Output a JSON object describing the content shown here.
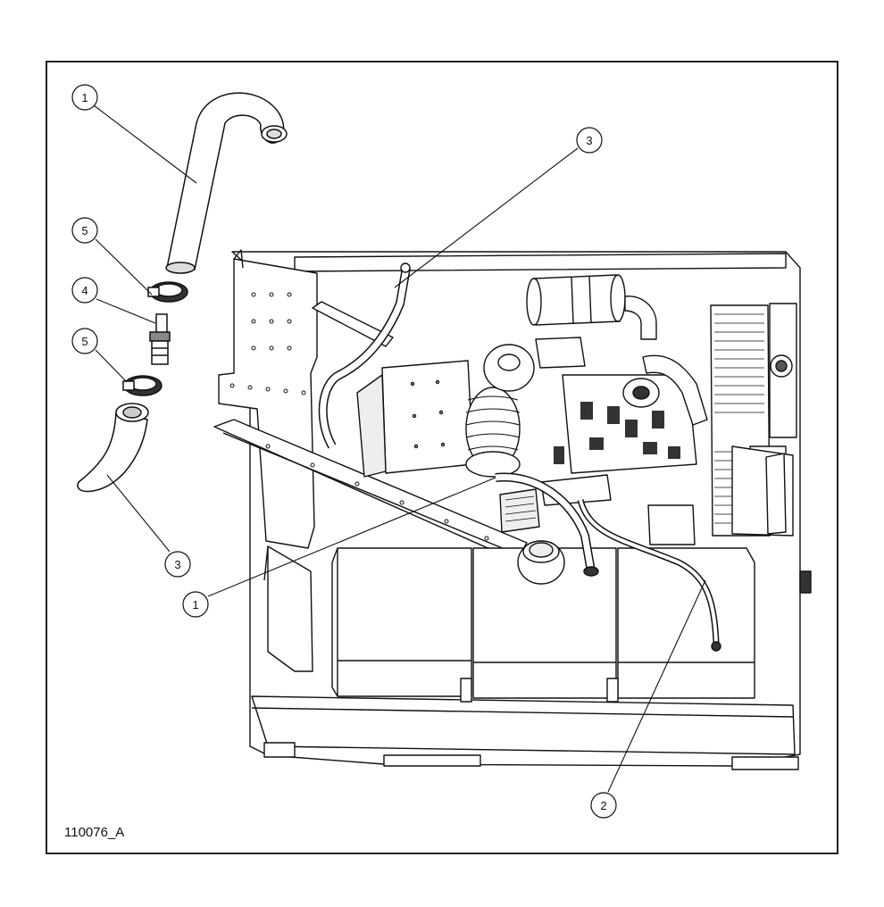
{
  "figure": {
    "id": "110076_A"
  },
  "callouts": [
    {
      "label": "1"
    },
    {
      "label": "5"
    },
    {
      "label": "4"
    },
    {
      "label": "5"
    },
    {
      "label": "3"
    },
    {
      "label": "3"
    },
    {
      "label": "1"
    },
    {
      "label": "2"
    }
  ],
  "colors": {
    "line": "#111111",
    "fill": "#ffffff",
    "shade": "#dcdcdc",
    "dark": "#555555"
  }
}
